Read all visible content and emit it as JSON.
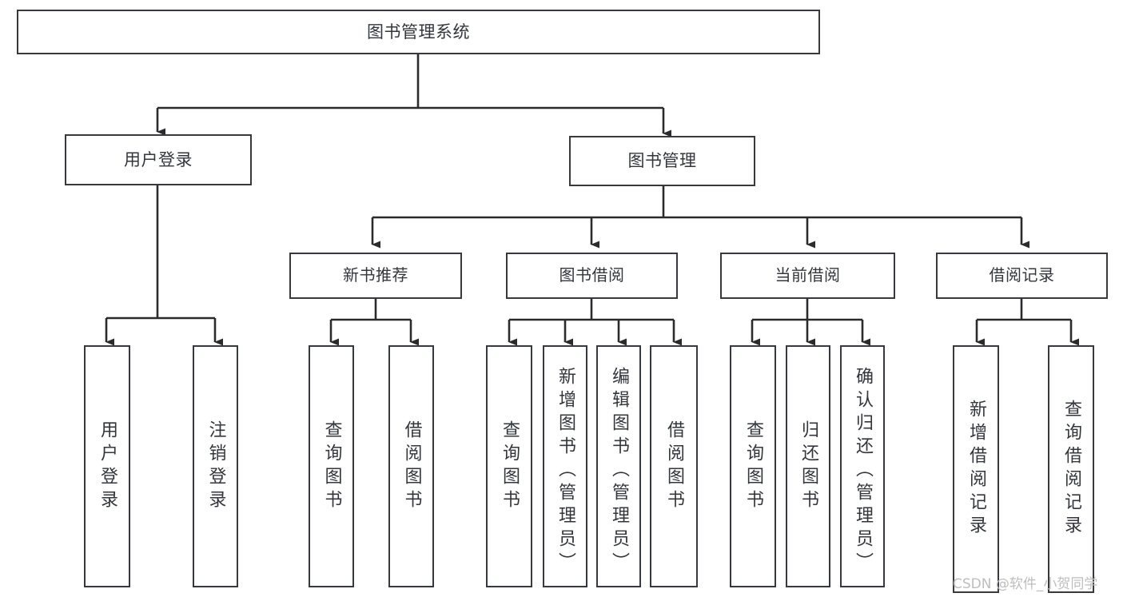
{
  "diagram": {
    "title": "图书管理系统",
    "type": "hierarchy-tree",
    "colors": {
      "box_border": "#36393d",
      "box_fill": "#ffffff",
      "connector": "#2b2b2b",
      "text": "#33363b",
      "watermark": "#bdbdbd",
      "background": "#ffffff"
    },
    "levels": {
      "root": {
        "label": "图书管理系统"
      },
      "level2": [
        {
          "id": "user-login",
          "label": "用户登录"
        },
        {
          "id": "book-management",
          "label": "图书管理"
        }
      ],
      "level3": [
        {
          "id": "new-book-recommend",
          "label": "新书推荐",
          "parent": "book-management"
        },
        {
          "id": "book-borrow",
          "label": "图书借阅",
          "parent": "book-management"
        },
        {
          "id": "current-borrow",
          "label": "当前借阅",
          "parent": "book-management"
        },
        {
          "id": "borrow-record",
          "label": "借阅记录",
          "parent": "book-management"
        }
      ],
      "leaves": [
        {
          "id": "leaf-user-login",
          "label": "用户登录",
          "parent": "user-login"
        },
        {
          "id": "leaf-logout-login",
          "label": "注销登录",
          "parent": "user-login"
        },
        {
          "id": "leaf-query-book-1",
          "label": "查询图书",
          "parent": "new-book-recommend"
        },
        {
          "id": "leaf-borrow-book-1",
          "label": "借阅图书",
          "parent": "new-book-recommend"
        },
        {
          "id": "leaf-query-book-2",
          "label": "查询图书",
          "parent": "book-borrow"
        },
        {
          "id": "leaf-add-book",
          "label": "新增图书（管理员）",
          "parent": "book-borrow"
        },
        {
          "id": "leaf-edit-book",
          "label": "编辑图书（管理员）",
          "parent": "book-borrow"
        },
        {
          "id": "leaf-borrow-book-2",
          "label": "借阅图书",
          "parent": "book-borrow"
        },
        {
          "id": "leaf-query-book-3",
          "label": "查询图书",
          "parent": "current-borrow"
        },
        {
          "id": "leaf-return-book",
          "label": "归还图书",
          "parent": "current-borrow"
        },
        {
          "id": "leaf-confirm-return",
          "label": "确认归还（管理员）",
          "parent": "current-borrow"
        },
        {
          "id": "leaf-add-borrow-record",
          "label": "新增借阅记录",
          "parent": "borrow-record"
        },
        {
          "id": "leaf-query-borrow-record",
          "label": "查询借阅记录",
          "parent": "borrow-record"
        }
      ]
    },
    "watermark": "CSDN @软件_小贺同学"
  }
}
